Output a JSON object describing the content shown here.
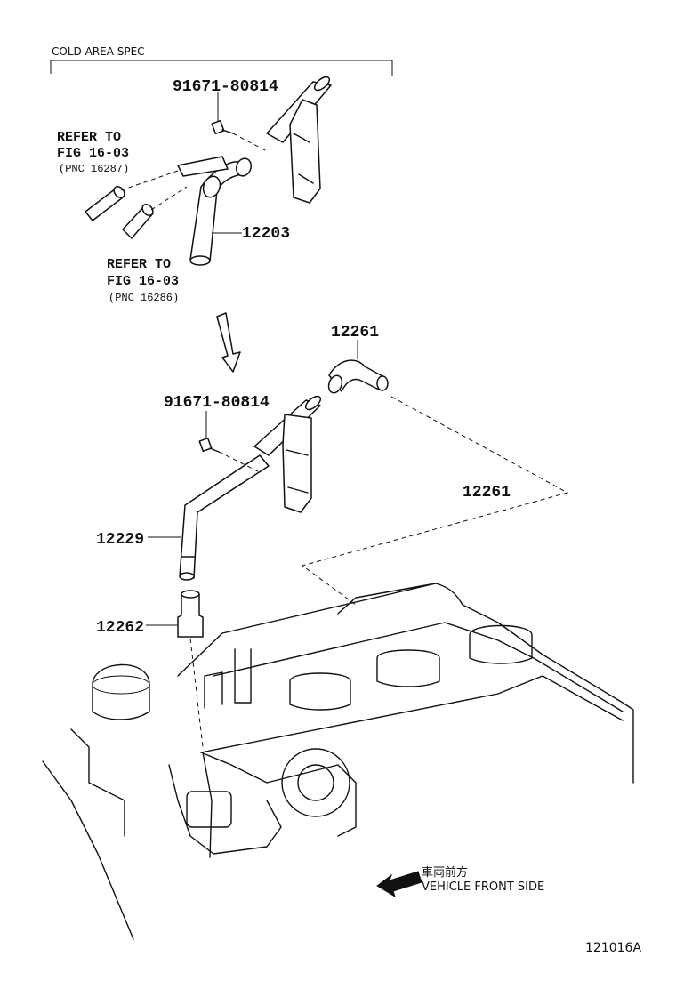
{
  "section": {
    "cold_area_spec": "COLD AREA SPEC"
  },
  "parts": {
    "bolt_top": "91671-80814",
    "hose_top": "12203",
    "bolt_lower": "91671-80814",
    "hose_right_small": "12261",
    "hose_right_assembly": "12261",
    "pipe": "12229",
    "grommet": "12262"
  },
  "refs": [
    {
      "line1": "REFER TO",
      "line2": "FIG 16-03",
      "line3": "(PNC 16287)"
    },
    {
      "line1": "REFER TO",
      "line2": "FIG 16-03",
      "line3": "(PNC 16286)"
    }
  ],
  "direction": {
    "jp": "車両前方",
    "en": "VEHICLE FRONT SIDE"
  },
  "figure_code": "121016A"
}
